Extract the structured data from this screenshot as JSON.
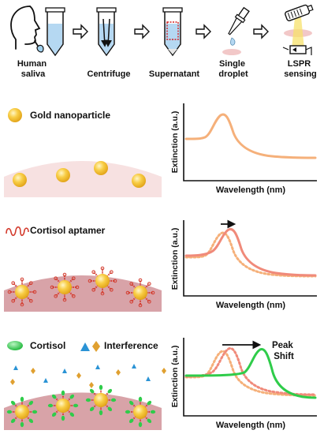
{
  "workflow": {
    "steps": [
      {
        "label_lines": [
          "Human",
          "saliva"
        ]
      },
      {
        "label_lines": [
          "Centrifuge"
        ]
      },
      {
        "label_lines": [
          "Supernatant"
        ]
      },
      {
        "label_lines": [
          "Single",
          "droplet"
        ]
      },
      {
        "label_lines": [
          "LSPR",
          "sensing"
        ]
      }
    ]
  },
  "panels": [
    {
      "legend": [
        "Gold nanoparticle"
      ],
      "chart": {
        "xlabel": "Wavelength (nm)",
        "ylabel": "Extinction (a.u.)"
      }
    },
    {
      "legend": [
        "Cortisol aptamer"
      ],
      "chart": {
        "xlabel": "Wavelength (nm)",
        "ylabel": "Extinction (a.u.)"
      }
    },
    {
      "legend": [
        "Cortisol",
        "Interference"
      ],
      "chart": {
        "xlabel": "Wavelength (nm)",
        "ylabel": "Extinction (a.u.)",
        "annotation": [
          "Peak",
          "Shift"
        ]
      }
    }
  ],
  "colors": {
    "gold": "#f6c232",
    "gold_dark": "#e3a61a",
    "bare_curve": "#f5b07a",
    "aptamer_curve": "#f08a7a",
    "cortisol": "#2fcc4a",
    "interference_blue": "#2a93d5",
    "interference_gold": "#e0a030",
    "droplet_light": "#f4dede",
    "droplet_dark": "#d8a3a8",
    "aptamer": "#d33a2c"
  }
}
